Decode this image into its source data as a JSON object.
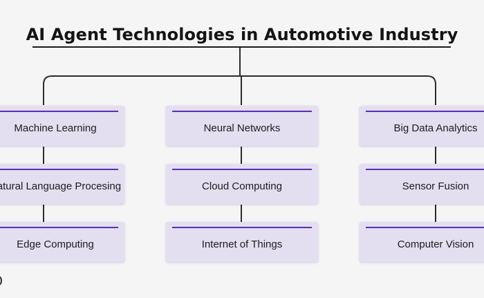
{
  "diagram": {
    "title": "AI Agent Technologies in Automotive Industry",
    "columns": [
      {
        "items": [
          {
            "label": "Machine Learning"
          },
          {
            "label": "Natural Language Procesing"
          },
          {
            "label": "Edge Computing"
          }
        ]
      },
      {
        "items": [
          {
            "label": "Neural Networks"
          },
          {
            "label": "Cloud Computing"
          },
          {
            "label": "Internet of Things"
          }
        ]
      },
      {
        "items": [
          {
            "label": "Big Data Analytics"
          },
          {
            "label": "Sensor Fusion"
          },
          {
            "label": "Computer Vision"
          }
        ]
      }
    ],
    "colors": {
      "background": "#f5f5f6",
      "node_fill": "#e3def0",
      "accent_bar": "#5a2fae",
      "connector": "#2b2b2b",
      "text": "#1c1c1c"
    }
  }
}
